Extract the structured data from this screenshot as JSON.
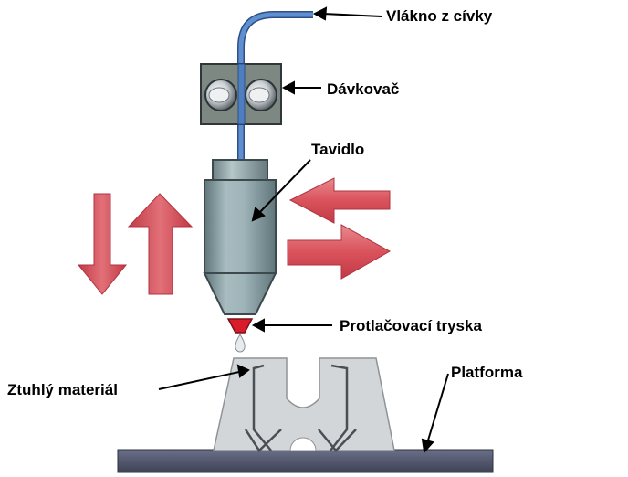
{
  "labels": {
    "filament": "Vlákno z cívky",
    "feeder": "Dávkovač",
    "heater": "Tavidlo",
    "nozzle": "Protlačovací tryska",
    "solid_material": "Ztuhlý materiál",
    "platform": "Platforma"
  },
  "colors": {
    "filament": "#4f7ec0",
    "motion_arrows": "#d9525c",
    "nozzle_tip": "#d81c2c",
    "heater_body": "#8fa6aa",
    "feeder_plate": "#7c8881",
    "printed_part": "#d3d6d8",
    "platform": "#4d5266"
  }
}
